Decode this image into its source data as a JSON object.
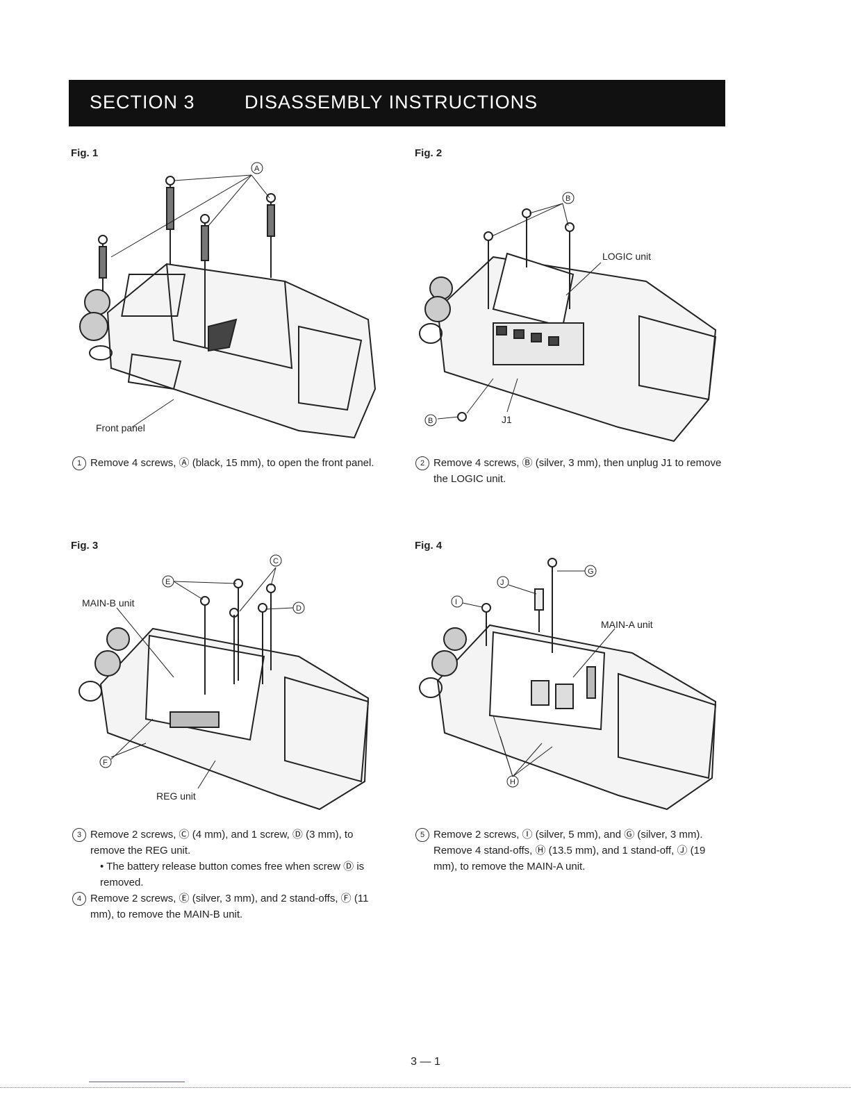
{
  "header": {
    "section": "SECTION 3",
    "title": "DISASSEMBLY INSTRUCTIONS"
  },
  "fig1": {
    "label": "Fig. 1",
    "callout_front_panel": "Front panel",
    "screw_letter": "A",
    "step_number": "1",
    "step_text": "Remove 4 screws, Ⓐ (black, 15 mm), to open the front panel."
  },
  "fig2": {
    "label": "Fig. 2",
    "callout_logic": "LOGIC unit",
    "callout_j1": "J1",
    "screw_letter": "B",
    "step_number": "2",
    "step_text": "Remove 4 screws, Ⓑ (silver, 3 mm), then unplug J1 to remove the LOGIC unit."
  },
  "fig3": {
    "label": "Fig. 3",
    "callout_mainb": "MAIN-B unit",
    "callout_reg": "REG unit",
    "letters": {
      "c": "C",
      "d": "D",
      "e": "E",
      "f": "F"
    },
    "step3_number": "3",
    "step3_text": "Remove 2 screws, Ⓒ (4 mm), and 1 screw, Ⓓ (3 mm), to remove the REG unit.",
    "step3_bullet": "• The battery release button comes free when screw Ⓓ is removed.",
    "step4_number": "4",
    "step4_text": "Remove 2 screws, Ⓔ (silver, 3 mm), and 2 stand-offs, Ⓕ (11 mm), to remove the MAIN-B unit."
  },
  "fig4": {
    "label": "Fig. 4",
    "callout_maina": "MAIN-A unit",
    "letters": {
      "g": "G",
      "h": "H",
      "i": "I",
      "j": "J"
    },
    "step5_number": "5",
    "step5_text": "Remove 2 screws, Ⓘ (silver, 5 mm), and Ⓖ (silver, 3 mm).",
    "step5_text2": "Remove 4 stand-offs, Ⓗ (13.5 mm), and 1 stand-off, Ⓙ (19 mm), to remove the MAIN-A unit."
  },
  "page_number": "3 — 1"
}
